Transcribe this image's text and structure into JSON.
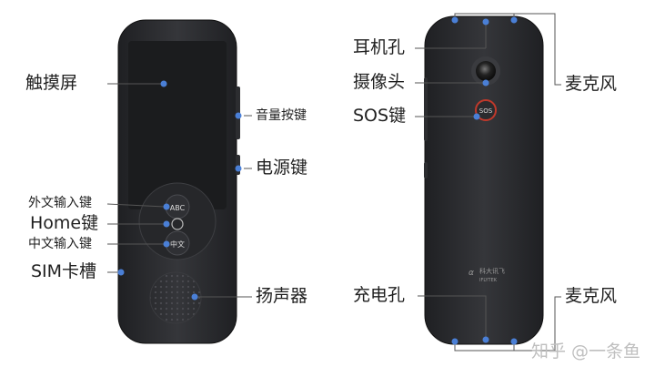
{
  "front": {
    "labels": {
      "touchscreen": "触摸屏",
      "volume_keys": "音量按键",
      "power_key": "电源键",
      "foreign_input_key": "外文输入键",
      "home_key": "Home键",
      "chinese_input_key": "中文输入键",
      "sim_slot": "SIM卡槽",
      "speaker": "扬声器"
    },
    "buttons": {
      "abc": "ABC",
      "chinese": "中文"
    }
  },
  "back": {
    "labels": {
      "earphone_jack": "耳机孔",
      "camera": "摄像头",
      "sos_key": "SOS键",
      "microphone_top": "麦克风",
      "charging_port": "充电孔",
      "microphone_bottom": "麦克风"
    },
    "sos_button": "SOS",
    "brand": "科大讯飞",
    "brand_sub": "IFLYTEK"
  },
  "watermark": "知乎 @一条鱼",
  "colors": {
    "dot": "#4a7fd6",
    "line": "#555555",
    "body": "#2a2b2e",
    "screen": "#1b1c1e"
  }
}
